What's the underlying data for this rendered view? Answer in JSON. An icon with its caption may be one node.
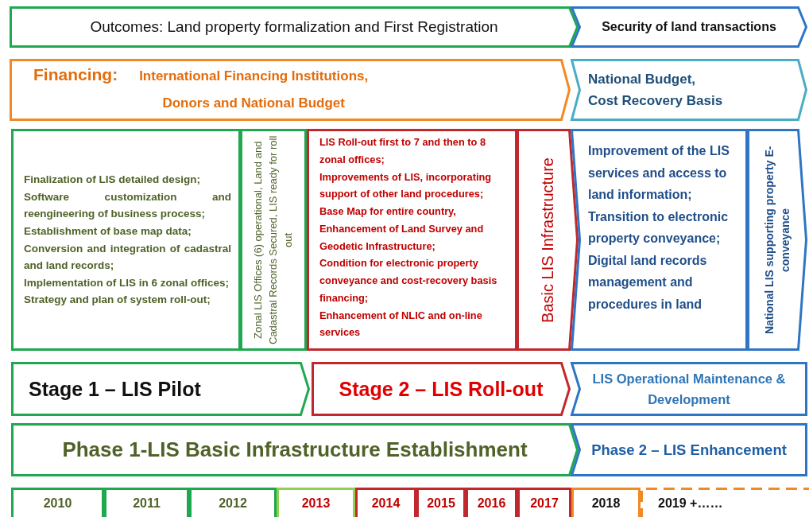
{
  "diagram": {
    "nodes": [
      {
        "text": [
          "Outcomes: Land property formalization and First Registration"
        ]
      },
      {
        "text": [
          "Security of land transactions"
        ]
      },
      {
        "text": [
          "Financing:",
          "International Financing Institutions, Donors and National Budget"
        ]
      },
      {
        "text": [
          "National Budget, Cost Recovery Basis"
        ]
      },
      {
        "text": [
          "Finalization of LIS detailed design;",
          "Software customization and reengineering of business process;",
          "Establishment of base map data;",
          "Conversion and integration of cadastral and land records;",
          "Implementation of LIS in 6 zonal offices;",
          "Strategy and plan of system roll-out;"
        ]
      },
      {
        "text": [
          "Zonal LIS Offices (6) operational, Land and Cadastral Records Secured, LIS ready for roll out"
        ]
      },
      {
        "text": [
          "LIS Roll-out first to 7 and then to 8 zonal offices;",
          "Improvements of LIS, incorporating support of other land procedures;",
          "Base Map for entire country, Enhancement of Land Survey and Geodetic Infrastructure;",
          "Condition for electronic property conveyance and cost-recovery basis financing;",
          "Enhancement of NLIC and on-line services"
        ]
      },
      {
        "text": [
          "Basic LIS Infrastructure"
        ]
      },
      {
        "text": [
          "Improvement of the LIS services and access to land information;",
          "Transition to electronic property conveyance;",
          "Digital land records management and procedures in land"
        ]
      },
      {
        "text": [
          "National LIS supporting property E-conveyance"
        ]
      },
      {
        "text": [
          "Stage 1 – LIS Pilot"
        ]
      },
      {
        "text": [
          "Stage 2 – LIS Roll-out"
        ]
      },
      {
        "text": [
          "LIS Operational Maintenance & Development"
        ]
      },
      {
        "text": [
          "Phase 1-LIS Basic Infrastructure Establishment"
        ]
      },
      {
        "text": [
          "Phase 2 – LIS Enhancement"
        ]
      },
      {
        "text": [
          "2010"
        ]
      },
      {
        "text": [
          "2011"
        ]
      },
      {
        "text": [
          "2012"
        ]
      },
      {
        "text": [
          "2013"
        ]
      },
      {
        "text": [
          "2014"
        ]
      },
      {
        "text": [
          "2015"
        ]
      },
      {
        "text": [
          "2016"
        ]
      },
      {
        "text": [
          "2017"
        ]
      },
      {
        "text": [
          "2018"
        ]
      },
      {
        "text": [
          "2019 +……"
        ]
      }
    ]
  }
}
